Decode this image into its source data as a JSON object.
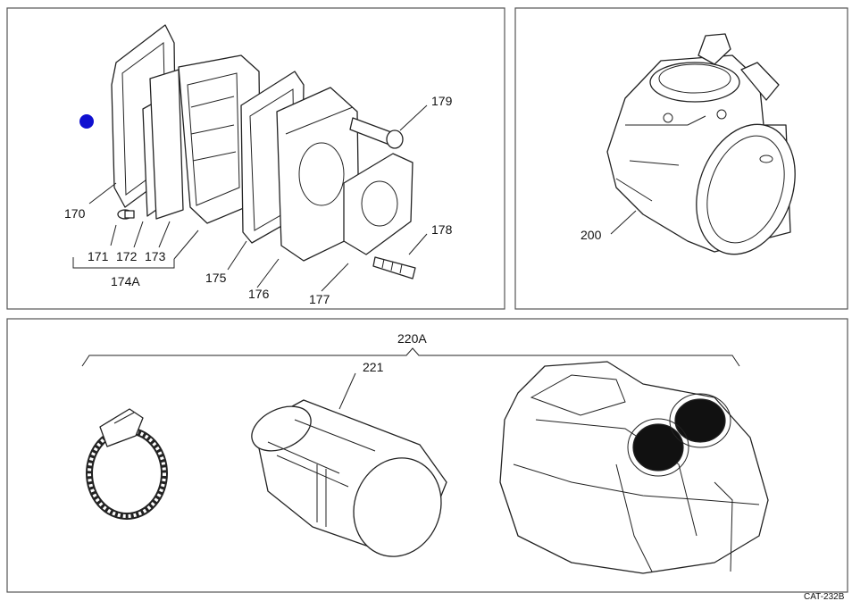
{
  "colors": {
    "marker": "#1010d0",
    "line": "#222222",
    "frame": "#555555"
  },
  "panels": {
    "reed_valve": {
      "labels": {
        "p170": "170",
        "p171": "171",
        "p172": "172",
        "p173": "173",
        "group": "174A",
        "p175": "175",
        "p176": "176",
        "p177": "177",
        "p178": "178",
        "p179": "179"
      }
    },
    "carburetor": {
      "labels": {
        "p200": "200"
      }
    },
    "air_intake": {
      "labels": {
        "group": "220A",
        "p221": "221"
      }
    }
  },
  "footer": {
    "code": "CAT-232B"
  }
}
